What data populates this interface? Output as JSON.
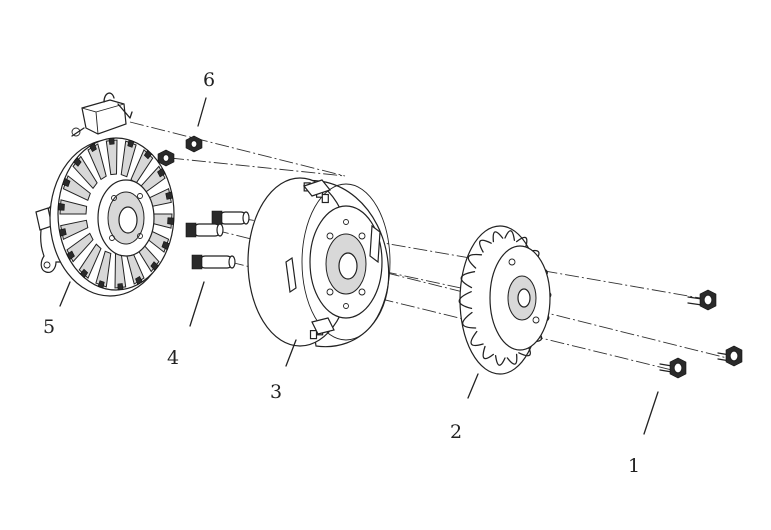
{
  "callouts": [
    {
      "id": "1",
      "text": "1"
    },
    {
      "id": "2",
      "text": "2"
    },
    {
      "id": "3",
      "text": "3"
    },
    {
      "id": "4",
      "text": "4"
    },
    {
      "id": "5",
      "text": "5"
    },
    {
      "id": "6",
      "text": "6"
    }
  ],
  "parts": {
    "bolts_short": {
      "callout": "1",
      "count": 3
    },
    "fan": {
      "callout": "2",
      "fins": 18
    },
    "flywheel": {
      "callout": "3"
    },
    "studs": {
      "callout": "4",
      "count": 3
    },
    "stator": {
      "callout": "5",
      "slots": 18
    },
    "nuts": {
      "callout": "6",
      "count": 2
    }
  }
}
